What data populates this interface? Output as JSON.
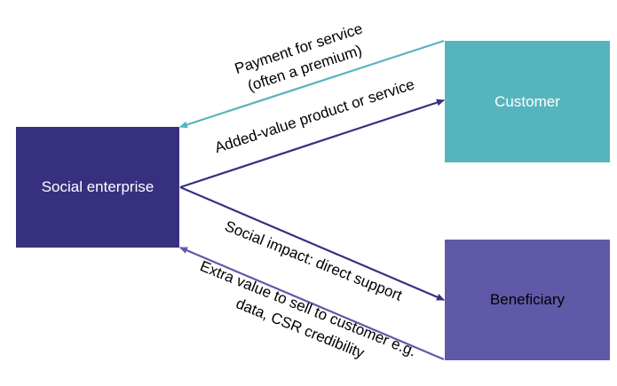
{
  "nodes": {
    "social_enterprise": "Social enterprise",
    "customer": "Customer",
    "beneficiary": "Beneficiary"
  },
  "edges": {
    "payment": {
      "line1": "Payment for service",
      "line2": "(often a premium)"
    },
    "added_value": "Added-value product or service",
    "social_impact": "Social impact: direct support",
    "extra_value": {
      "line1": "Extra value to sell to customer e.g.",
      "line2": "data, CSR credibility"
    }
  },
  "colors": {
    "social_enterprise": "#37307f",
    "customer": "#56b4bd",
    "beneficiary": "#6059a8",
    "payment_arrow": "#56b4bd",
    "added_value_arrow": "#37307f",
    "social_impact_arrow": "#37307f",
    "extra_value_arrow": "#6059a8"
  }
}
